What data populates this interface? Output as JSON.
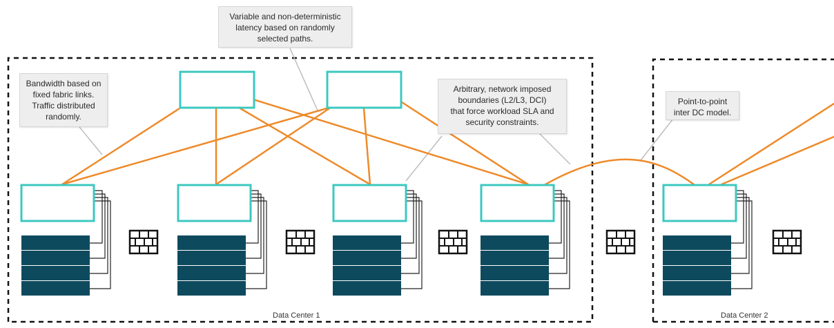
{
  "colors": {
    "switch_border": "#3cc8c0",
    "link": "#ee8a2a",
    "server": "#0e4a5e",
    "callout_bg": "#eeeeee",
    "boundary": "#111111"
  },
  "data_centers": [
    {
      "label": "Data Center 1"
    },
    {
      "label": "Data Center 2"
    }
  ],
  "callouts": {
    "latency": "Variable and non-deterministic\nlatency based on randomly\nselected paths.",
    "bandwidth": "Bandwidth based on\nfixed fabric links.\nTraffic distributed\nrandomly.",
    "boundaries": "Arbitrary, network imposed\nboundaries (L2/L3, DCI)\nthat force workload SLA and\nsecurity constraints.",
    "p2p": "Point-to-point\ninter DC model."
  },
  "icons": {
    "firewall": "firewall-icon",
    "switch": "switch-box",
    "server_rack": "server-rack"
  }
}
